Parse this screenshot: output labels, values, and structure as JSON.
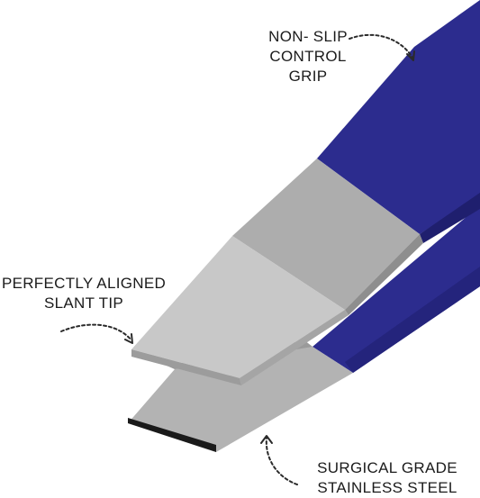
{
  "image": {
    "subject": "Slanted tweezers close-up",
    "colors": {
      "grip": "#2c2c8e",
      "grip_dark": "#222278",
      "steel_light": "#c8c8c8",
      "steel_mid": "#adadad",
      "steel_dark": "#8e8e8e",
      "edge": "#1a1a1a",
      "arrow": "#2a2a2a"
    }
  },
  "callouts": {
    "grip": {
      "lines": [
        "NON- SLIP",
        "CONTROL",
        "GRIP"
      ]
    },
    "tip": {
      "lines": [
        "PERFECTLY ALIGNED",
        "SLANT TIP"
      ]
    },
    "steel": {
      "lines": [
        "SURGICAL GRADE",
        "STAINLESS STEEL"
      ]
    }
  }
}
